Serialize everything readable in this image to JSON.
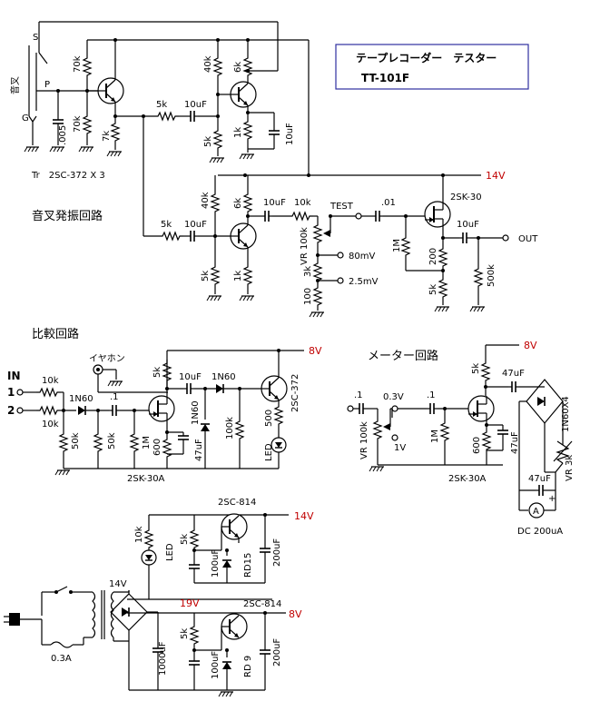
{
  "title": {
    "line1": "テープレコーダー　テスター",
    "line2": "TT-101F"
  },
  "sections": {
    "oscillator": "音叉発振回路",
    "comparator": "比較回路",
    "meter": "メーター回路"
  },
  "labels": {
    "fork": "音叉",
    "s": "S",
    "p": "P",
    "g": "G",
    "tr_note": "Tr　2SC-372 X 3",
    "in": "IN",
    "in1": "1",
    "in2": "2",
    "earphone": "イヤホン",
    "test": "TEST",
    "out": "OUT",
    "vr100k": "VR 100k",
    "vr3k": "VR 3k",
    "mv80": "80mV",
    "mv25": "2.5mV",
    "v03": "0.3V",
    "v1": "1V",
    "dc200": "DC 200uA",
    "ammeter": "A",
    "plus": "+",
    "fuse": "0.3A"
  },
  "voltages": {
    "v14": "14V",
    "v8": "8V",
    "v19": "19V",
    "ac14": "14V"
  },
  "parts": {
    "r70k": "70k",
    "r7k": "7k",
    "c005": ".005",
    "r5k": "5k",
    "c10uf": "10uF",
    "r40k": "40k",
    "r6k": "6k",
    "r1k": "1k",
    "r10k": "10k",
    "c01": ".01",
    "c1": ".1",
    "r1m": "1M",
    "r200": "200",
    "r500k": "500k",
    "r3k": "3k",
    "r100": "100",
    "r50k": "50k",
    "r600": "600",
    "c47uf": "47uF",
    "d1n60": "1N60",
    "r100k": "100k",
    "r500": "500",
    "led": "LED",
    "d1n60x4": "1N60X4",
    "c100uf": "100uF",
    "c200uf": "200uF",
    "c1000uf": "1000uF",
    "rd15": "RD15",
    "rd9": "RD 9"
  },
  "transistors": {
    "q2sc372": "2SC-372",
    "q2sk30": "2SK-30",
    "q2sk30a": "2SK-30A",
    "q2sc814": "2SC-814"
  }
}
